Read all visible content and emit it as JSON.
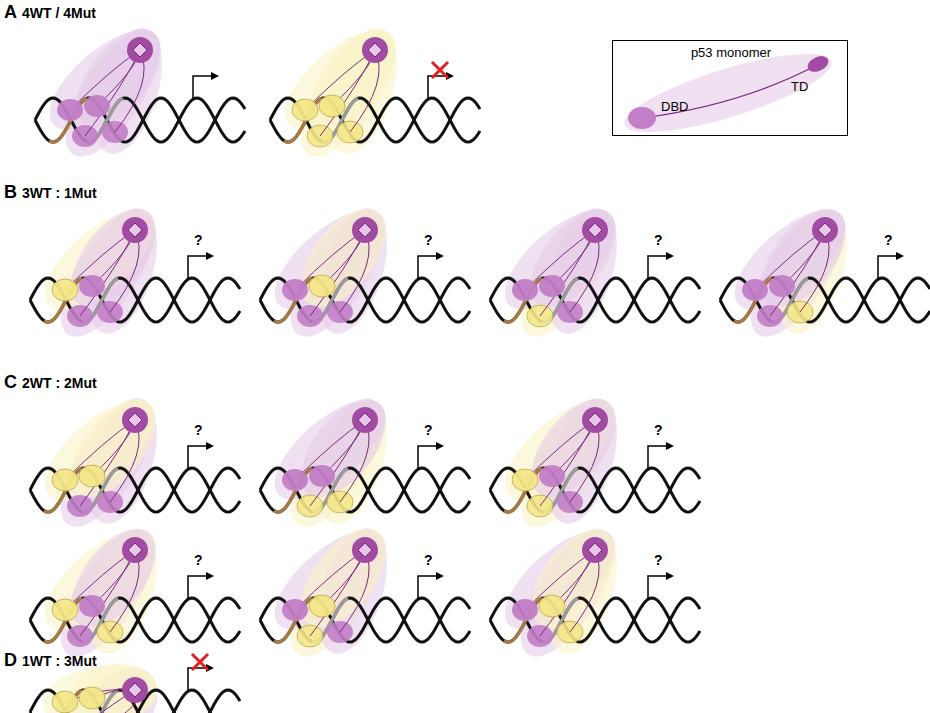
{
  "diagram": {
    "nodes": [
      {
        "text": [
          "p53 monomer",
          "TD",
          "DBD"
        ]
      }
    ],
    "labels": [
      "A",
      "4WT / 4Mut",
      "B",
      "3WT : 1Mut",
      "?",
      "?",
      "?",
      "?",
      "C",
      "2WT : 2Mut",
      "?",
      "?",
      "?",
      "?",
      "?",
      "?",
      "D",
      "1WT : 3Mut"
    ]
  }
}
